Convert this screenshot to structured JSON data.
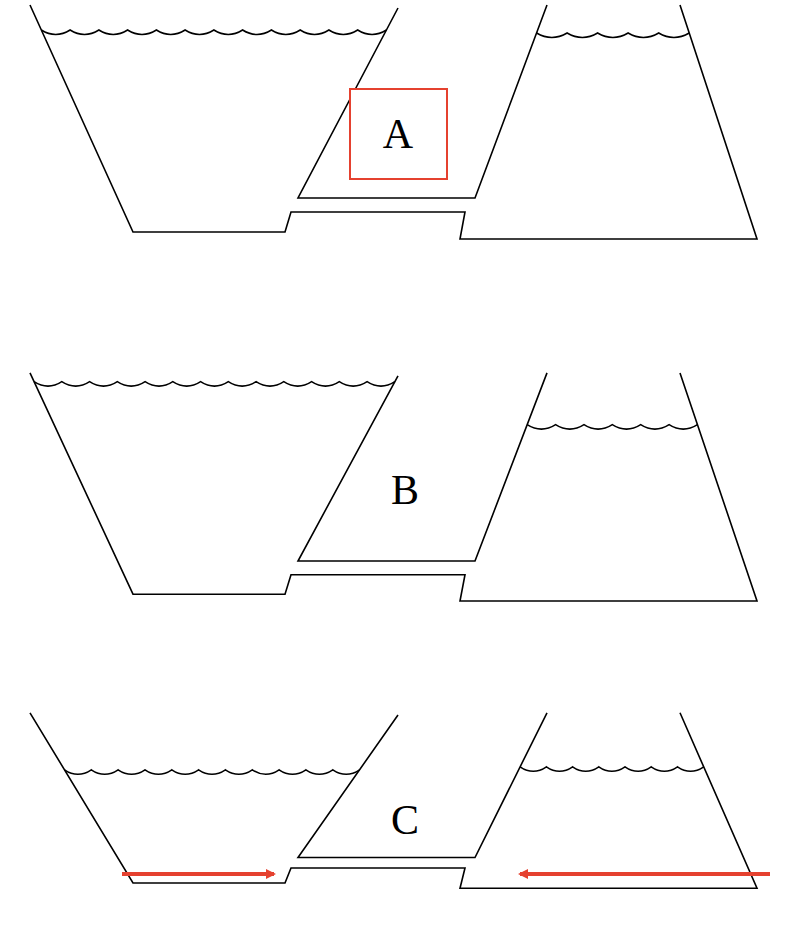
{
  "diagram": {
    "nodes": [
      {
        "text": [
          "A"
        ]
      }
    ],
    "labels": [
      "B",
      "C"
    ]
  }
}
